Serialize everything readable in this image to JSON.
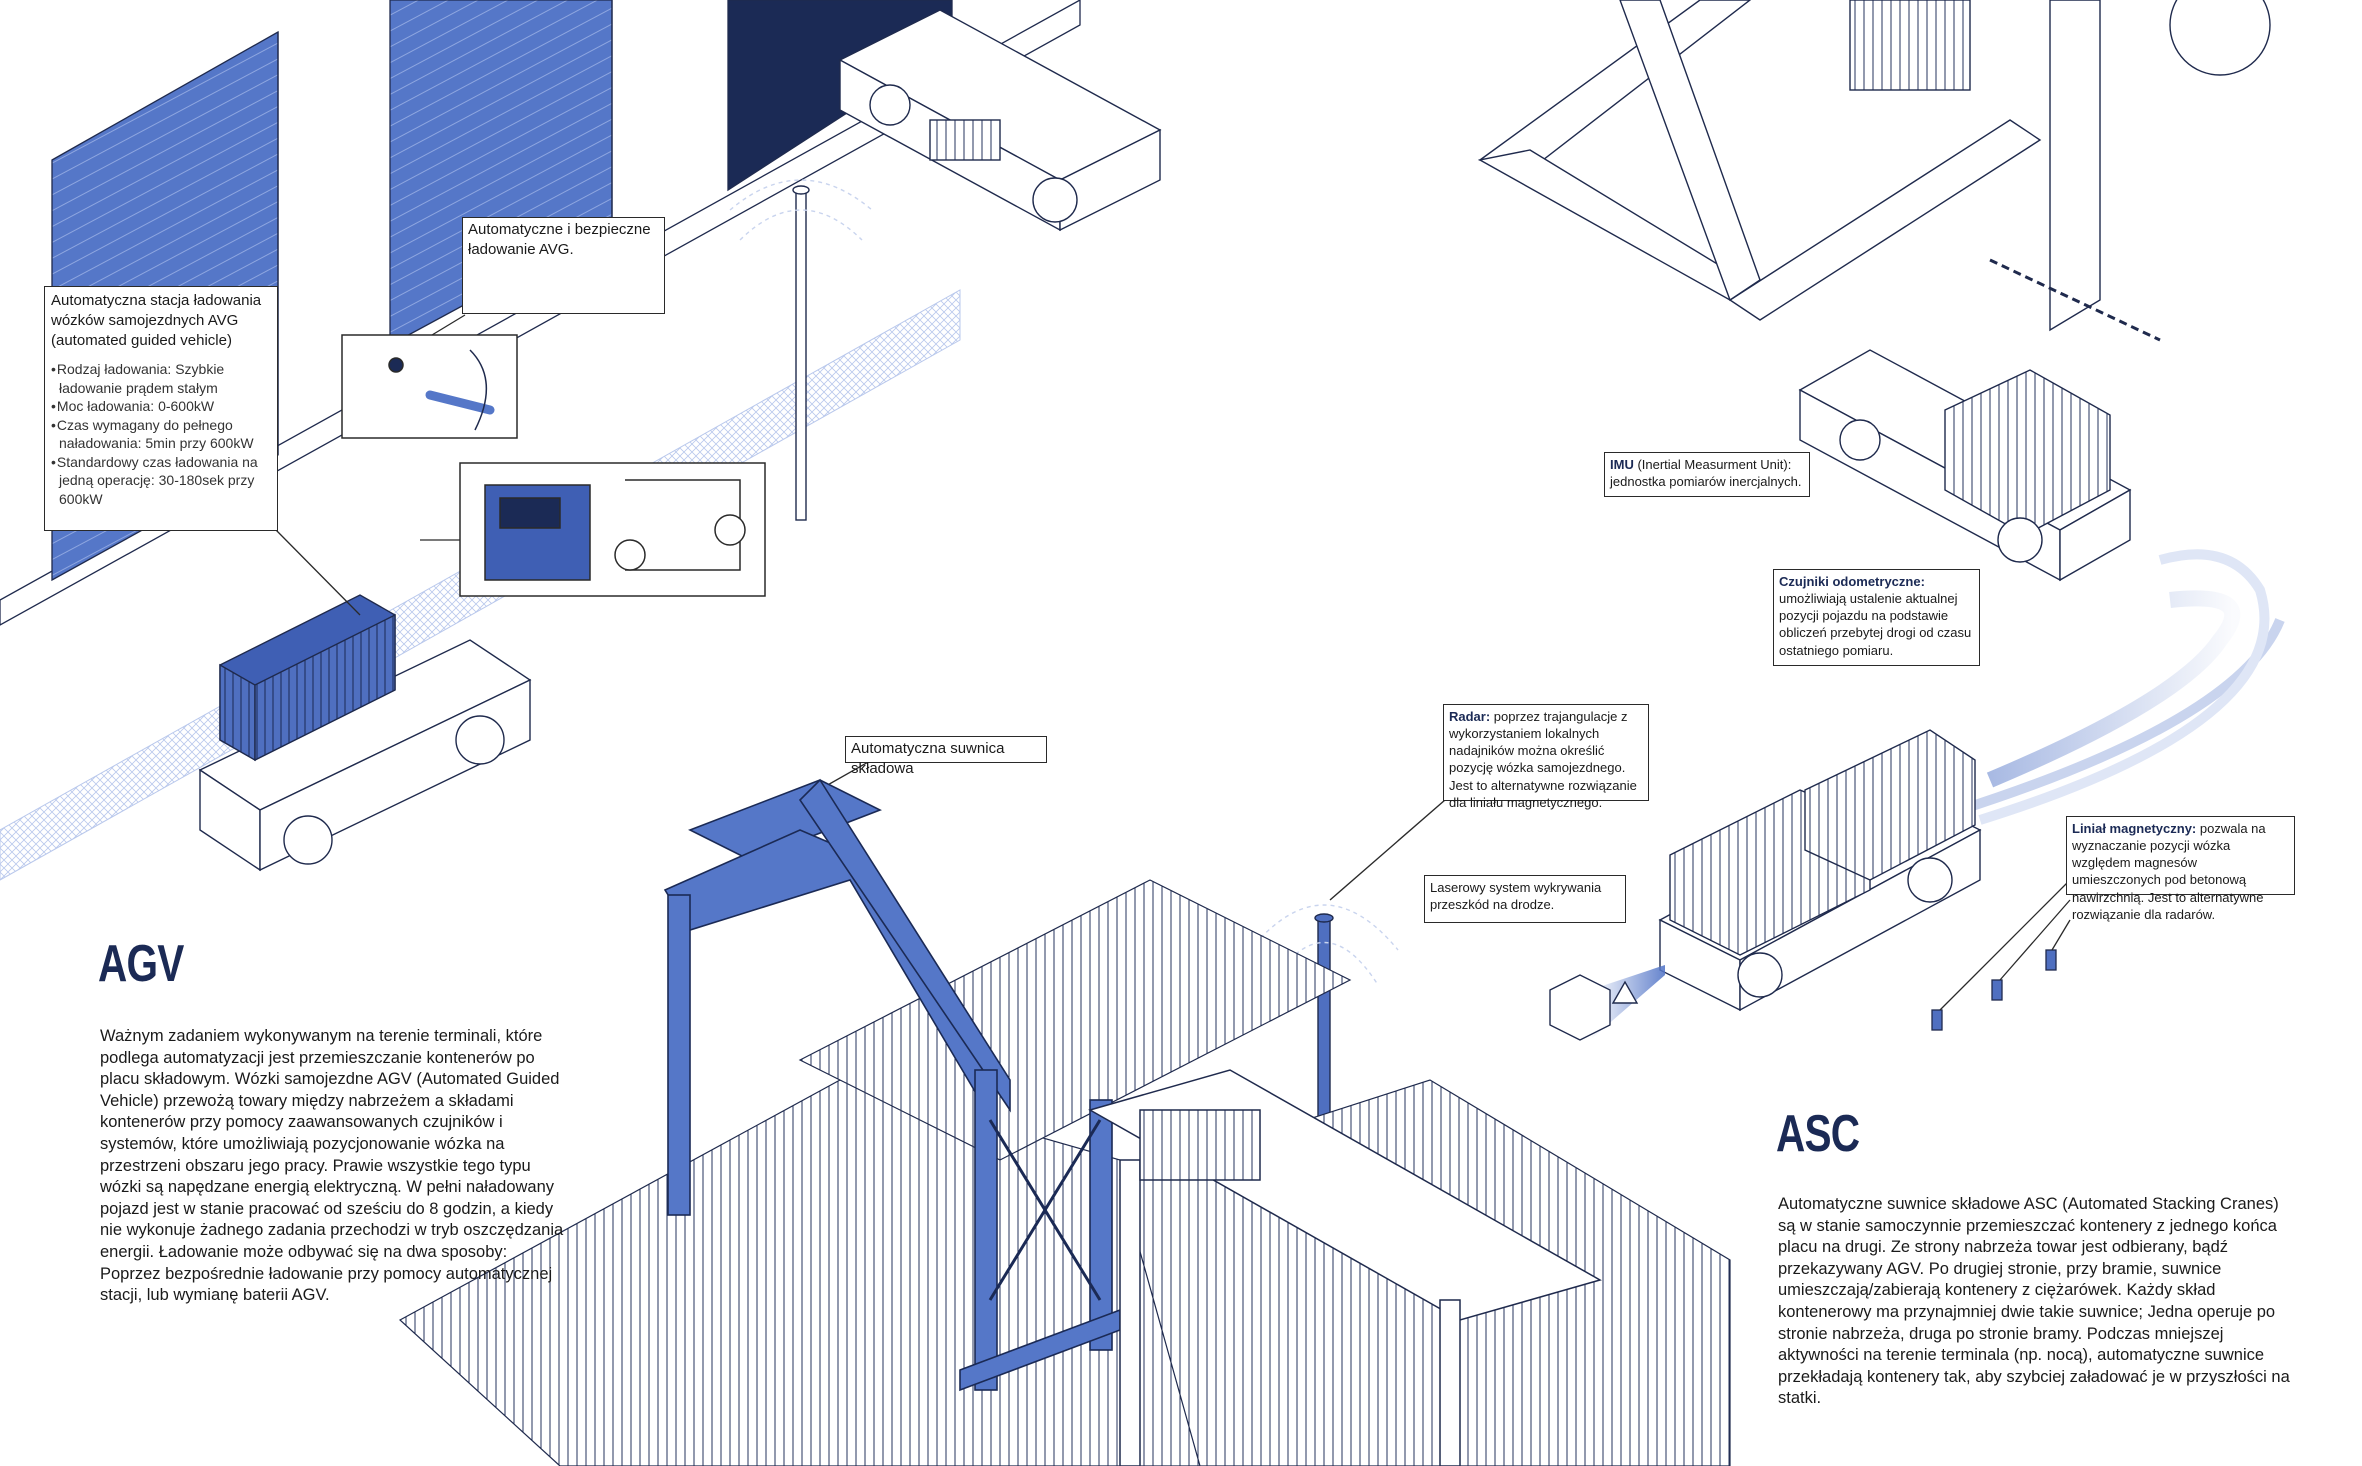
{
  "palette": {
    "navy": "#1b2a55",
    "blue": "#5577c8",
    "light_blue": "#a9bde9",
    "line": "#1f2a4d"
  },
  "callouts": {
    "charging_station": {
      "title": "Automatyczna stacja ładowania wózków samojezdnych AVG (automated guided vehicle)",
      "items": [
        "Rodzaj ładowania: Szybkie ładowanie prądem stałym",
        "Moc ładowania: 0-600kW",
        "Czas wymagany do pełnego naładowania: 5min przy 600kW",
        "Standardowy czas ładowania na jedną operację: 30-180sek przy 600kW"
      ]
    },
    "safe_charging": "Automatyczne i bezpieczne ładowanie AVG.",
    "stacking_crane": "Automatyczna suwnica składowa",
    "imu": {
      "bold": "IMU",
      "text": " (Inertial Measurment Unit): jednostka pomiarów inercjalnych."
    },
    "odometric": {
      "bold": "Czujniki odometryczne:",
      "text": " umożliwiają ustalenie aktualnej pozycji pojazdu na podstawie obliczeń przebytej drogi od czasu ostatniego pomiaru."
    },
    "radar": {
      "bold": "Radar:",
      "text": " poprzez trajangulacje z wykorzystaniem lokalnych nadajników można określić pozycję wózka samojezdnego. Jest to alternatywne rozwiązanie dla liniału magnetycznego."
    },
    "laser": "Laserowy system wykrywania przeszkód na drodze.",
    "magnetic": {
      "bold": "Liniał magnetyczny:",
      "text": " pozwala na wyznaczanie pozycji wózka względem magnesów umieszczonych pod betonową nawirzchnią. Jest to alternatywne rozwiązanie dla radarów."
    }
  },
  "agv": {
    "heading": "AGV",
    "body": "Ważnym zadaniem wykonywanym na terenie terminali, które podlega automatyzacji jest przemieszczanie kontenerów po placu składowym. Wózki samojezdne AGV (Automated Guided Vehicle) przewożą towary między nabrzeżem a składami kontenerów przy pomocy zaawansowanych czujników i systemów, które umożliwiają pozycjonowanie wózka na przestrzeni obszaru jego pracy. Prawie wszystkie tego typu wózki są napędzane energią elektryczną. W pełni naładowany pojazd jest w stanie pracować od sześciu do 8 godzin, a kiedy nie wykonuje żadnego zadania przechodzi w tryb oszczędzania energii. Ładowanie może odbywać się na dwa sposoby: Poprzez bezpośrednie ładowanie przy pomocy automatycznej stacji, lub wymianę baterii AGV."
  },
  "asc": {
    "heading": "ASC",
    "body": "Automatyczne suwnice składowe ASC (Automated Stacking Cranes) są w stanie samoczynnie przemieszczać kontenery z jednego końca placu na drugi. Ze strony nabrzeża towar jest odbierany, bądź przekazywany AGV. Po drugiej stronie, przy bramie, suwnice umieszczają/zabierają kontenery z ciężarówek. Każdy skład kontenerowy ma przynajmniej dwie takie suwnice; Jedna operuje po stronie nabrzeża, druga po stronie bramy. Podczas mniejszej aktywności na terenie terminala (np. nocą), automatyczne suwnice przekładają kontenery tak, aby szybciej załadować je w przyszłości na statki."
  }
}
